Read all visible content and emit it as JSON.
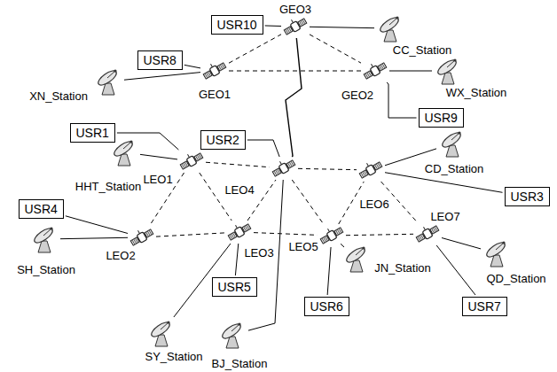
{
  "diagram": {
    "nodes": [
      {
        "text": [
          "GEO3"
        ]
      },
      {
        "text": [
          "USR10"
        ]
      },
      {
        "text": [
          "CC_Station"
        ]
      },
      {
        "text": [
          "USR8"
        ]
      },
      {
        "text": [
          "XN_Station"
        ]
      },
      {
        "text": [
          "GEO1"
        ]
      },
      {
        "text": [
          "GEO2"
        ]
      },
      {
        "text": [
          "WX_Station"
        ]
      },
      {
        "text": [
          "USR9"
        ]
      },
      {
        "text": [
          "USR1"
        ]
      },
      {
        "text": [
          "USR2"
        ]
      },
      {
        "text": [
          "HHT_Station"
        ]
      },
      {
        "text": [
          "LEO1"
        ]
      },
      {
        "text": [
          "LEO4"
        ]
      },
      {
        "text": [
          "LEO6"
        ]
      },
      {
        "text": [
          "CD_Station"
        ]
      },
      {
        "text": [
          "USR3"
        ]
      },
      {
        "text": [
          "USR4"
        ]
      },
      {
        "text": [
          "SH_Station"
        ]
      },
      {
        "text": [
          "LEO2"
        ]
      },
      {
        "text": [
          "LEO3"
        ]
      },
      {
        "text": [
          "LEO5"
        ]
      },
      {
        "text": [
          "LEO7"
        ]
      },
      {
        "text": [
          "JN_Station"
        ]
      },
      {
        "text": [
          "QD_Station"
        ]
      },
      {
        "text": [
          "USR5"
        ]
      },
      {
        "text": [
          "USR6"
        ]
      },
      {
        "text": [
          "USR7"
        ]
      },
      {
        "text": [
          "SY_Station"
        ]
      },
      {
        "text": [
          "BJ_Station"
        ]
      }
    ],
    "edges": [
      {
        "from": 5,
        "to": 0,
        "arrow": "none"
      },
      {
        "from": 0,
        "to": 6,
        "arrow": "none"
      },
      {
        "from": 5,
        "to": 6,
        "arrow": "none"
      },
      {
        "from": 0,
        "to": 13,
        "arrow": "none"
      },
      {
        "from": 1,
        "to": 0,
        "arrow": "none"
      },
      {
        "from": 0,
        "to": 2,
        "arrow": "none"
      },
      {
        "from": 3,
        "to": 5,
        "arrow": "none"
      },
      {
        "from": 4,
        "to": 5,
        "arrow": "none"
      },
      {
        "from": 6,
        "to": 7,
        "arrow": "none"
      },
      {
        "from": 6,
        "to": 8,
        "arrow": "none"
      },
      {
        "from": 9,
        "to": 12,
        "arrow": "none"
      },
      {
        "from": 11,
        "to": 12,
        "arrow": "none"
      },
      {
        "from": 10,
        "to": 13,
        "arrow": "none"
      },
      {
        "from": 14,
        "to": 15,
        "arrow": "none"
      },
      {
        "from": 14,
        "to": 16,
        "arrow": "none"
      },
      {
        "from": 12,
        "to": 13,
        "arrow": "none"
      },
      {
        "from": 13,
        "to": 14,
        "arrow": "none"
      },
      {
        "from": 12,
        "to": 19,
        "arrow": "none"
      },
      {
        "from": 12,
        "to": 20,
        "arrow": "none"
      },
      {
        "from": 19,
        "to": 20,
        "arrow": "none"
      },
      {
        "from": 20,
        "to": 13,
        "arrow": "none"
      },
      {
        "from": 13,
        "to": 21,
        "arrow": "none"
      },
      {
        "from": 20,
        "to": 21,
        "arrow": "none"
      },
      {
        "from": 21,
        "to": 14,
        "arrow": "none"
      },
      {
        "from": 14,
        "to": 22,
        "arrow": "none"
      },
      {
        "from": 21,
        "to": 22,
        "arrow": "none"
      },
      {
        "from": 17,
        "to": 19,
        "arrow": "none"
      },
      {
        "from": 18,
        "to": 19,
        "arrow": "none"
      },
      {
        "from": 20,
        "to": 28,
        "arrow": "none"
      },
      {
        "from": 20,
        "to": 25,
        "arrow": "none"
      },
      {
        "from": 13,
        "to": 29,
        "arrow": "none"
      },
      {
        "from": 21,
        "to": 23,
        "arrow": "none"
      },
      {
        "from": 21,
        "to": 26,
        "arrow": "none"
      },
      {
        "from": 22,
        "to": 24,
        "arrow": "none"
      },
      {
        "from": 22,
        "to": 27,
        "arrow": "none"
      }
    ]
  }
}
